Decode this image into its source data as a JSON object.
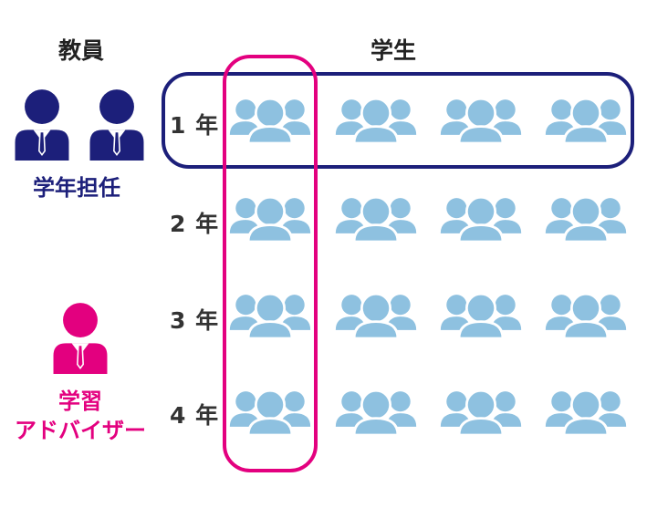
{
  "headers": {
    "teachers": "教員",
    "students": "学生"
  },
  "roles": {
    "homeroom": "学年担任",
    "advisor_line1": "学習",
    "advisor_line2": "アドバイザー"
  },
  "grades": [
    "1 年",
    "2 年",
    "3 年",
    "4 年"
  ],
  "students_per_grade": 4,
  "colors": {
    "homeroom": "#1c1f7a",
    "advisor": "#e3007f",
    "student": "#8ec1e0",
    "text": "#222222"
  },
  "icons": {
    "homeroom": "teacher-icon",
    "advisor": "teacher-icon",
    "student_group": "student-group-icon"
  },
  "highlights": {
    "homeroom_scope": "grade 1 row",
    "advisor_scope": "first student column"
  }
}
